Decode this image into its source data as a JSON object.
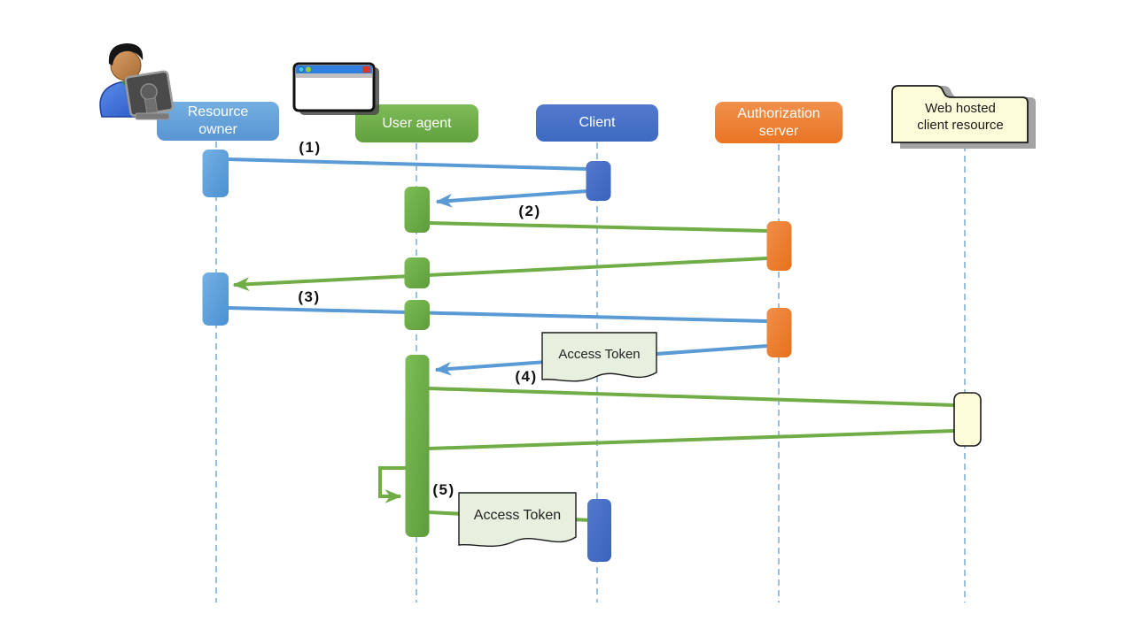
{
  "diagram": {
    "type": "oauth-implicit-grant-sequence",
    "actors": [
      {
        "id": "resource-owner",
        "lines": [
          "Resource",
          "owner"
        ],
        "color": "#5B9BD5"
      },
      {
        "id": "user-agent",
        "lines": [
          "User agent"
        ],
        "color": "#70AD47"
      },
      {
        "id": "client",
        "lines": [
          "Client"
        ],
        "color": "#4472C4"
      },
      {
        "id": "authorization-server",
        "lines": [
          "Authorization",
          "server"
        ],
        "color": "#ED7D31"
      },
      {
        "id": "web-hosted-client-resource",
        "lines": [
          "Web hosted",
          "client resource"
        ],
        "color": "#FFFFCC"
      }
    ],
    "step_labels": [
      "(1)",
      "(2)",
      "(3)",
      "(4)",
      "(5)"
    ],
    "notes": [
      {
        "text": "Access Token"
      },
      {
        "text": "Access Token"
      }
    ],
    "icons": [
      {
        "name": "person-at-computer-icon"
      },
      {
        "name": "browser-window-icon"
      }
    ],
    "colors": {
      "blue_message": "#5B9BD5",
      "green_message": "#70AD47",
      "lifeline": "#7EB0DE",
      "note_fill": "#E7F0DF",
      "folder_fill": "#FDFDD9",
      "folder_shadow": "#A3A3A3"
    }
  }
}
